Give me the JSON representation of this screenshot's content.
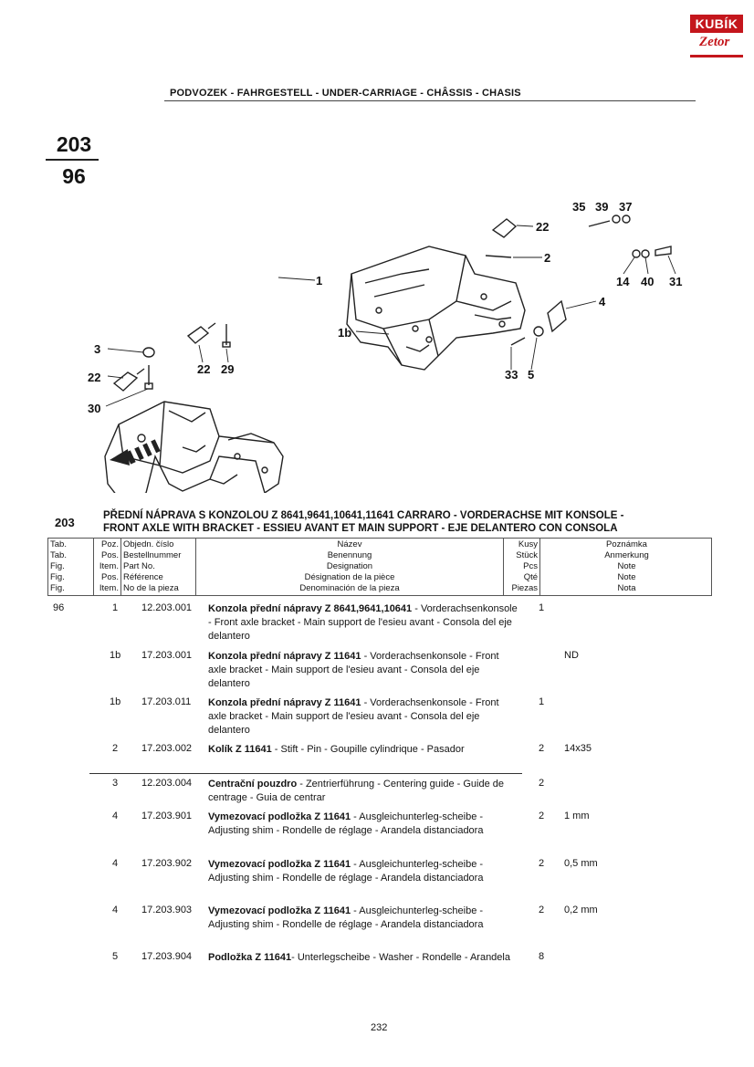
{
  "logo": {
    "brand": "KUBÍK",
    "sub": "Zetor"
  },
  "header": {
    "title": "PODVOZEK - FAHRGESTELL - UNDER-CARRIAGE - CHÂSSIS - CHASIS"
  },
  "figure": {
    "number": "203",
    "sub": "96"
  },
  "diagram": {
    "labels": [
      "1",
      "3",
      "22",
      "22",
      "29",
      "30",
      "35",
      "39",
      "37",
      "22",
      "2",
      "14",
      "40",
      "31",
      "4",
      "1b",
      "33",
      "5"
    ]
  },
  "section": {
    "number": "203",
    "title_line1": "PŘEDNÍ NÁPRAVA S KONZOLOU Z 8641,9641,10641,11641 CARRARO - VORDERACHSE MIT KONSOLE -",
    "title_line2": "FRONT AXLE WITH BRACKET - ESSIEU AVANT ET MAIN SUPPORT - EJE DELANTERO CON CONSOLA"
  },
  "table": {
    "headers": {
      "tab": [
        "Tab.",
        "Tab.",
        "Fig.",
        "Fig.",
        "Fig."
      ],
      "pos": [
        "Poz.",
        "Pos.",
        "Item.",
        "Pos.",
        "Item."
      ],
      "part": [
        "Objedn. číslo",
        "Bestellnummer",
        "Part No.",
        "Référence",
        "No de la pieza"
      ],
      "name": [
        "Název",
        "Benennung",
        "Designation",
        "Désignation de la pièce",
        "Denominación de la pieza"
      ],
      "qty": [
        "Kusy",
        "Stück",
        "Pcs",
        "Qté",
        "Piezas"
      ],
      "note": [
        "Poznámka",
        "Anmerkung",
        "Note",
        "Note",
        "Nota"
      ]
    },
    "rows": [
      {
        "tab": "96",
        "pos": "1",
        "part": "12.203.001",
        "name_bold": "Konzola přední nápravy Z 8641,9641,10641",
        "name_rest": " - Vorderachsenkonsole - Front axle bracket - Main support de l'esieu avant - Consola del eje delantero",
        "qty": "1",
        "note": ""
      },
      {
        "tab": "",
        "pos": "1b",
        "part": "17.203.001",
        "name_bold": "Konzola přední nápravy Z 11641",
        "name_rest": " - Vorderachsenkonsole - Front axle bracket - Main support de l'esieu avant - Consola del eje delantero",
        "qty": "",
        "note": "ND"
      },
      {
        "tab": "",
        "pos": "1b",
        "part": "17.203.011",
        "name_bold": "Konzola přední nápravy Z 11641",
        "name_rest": " - Vorderachsenkonsole - Front axle bracket - Main support de l'esieu avant - Consola del eje delantero",
        "qty": "1",
        "note": ""
      },
      {
        "tab": "",
        "pos": "2",
        "part": "17.203.002",
        "name_bold": "Kolík Z 11641",
        "name_rest": " - Stift - Pin - Goupille cylindrique - Pasador",
        "qty": "2",
        "note": "14x35"
      },
      {
        "tab": "",
        "pos": "3",
        "part": "12.203.004",
        "name_bold": "Centrační pouzdro",
        "name_rest": " - Zentrierführung - Centering guide - Guide de centrage - Guia de centrar",
        "qty": "2",
        "note": ""
      },
      {
        "tab": "",
        "pos": "4",
        "part": "17.203.901",
        "name_bold": "Vymezovací podložka Z 11641",
        "name_rest": " - Ausgleichunterleg-scheibe - Adjusting shim - Rondelle de réglage - Arandela distanciadora",
        "qty": "2",
        "note": "1 mm"
      },
      {
        "tab": "",
        "pos": "4",
        "part": "17.203.902",
        "name_bold": "Vymezovací podložka Z 11641",
        "name_rest": " - Ausgleichunterleg-scheibe - Adjusting shim - Rondelle de réglage - Arandela distanciadora",
        "qty": "2",
        "note": "0,5 mm"
      },
      {
        "tab": "",
        "pos": "4",
        "part": "17.203.903",
        "name_bold": "Vymezovací podložka Z 11641",
        "name_rest": " - Ausgleichunterleg-scheibe - Adjusting shim - Rondelle de réglage - Arandela distanciadora",
        "qty": "2",
        "note": "0,2 mm"
      },
      {
        "tab": "",
        "pos": "5",
        "part": "17.203.904",
        "name_bold": "Podložka Z 11641",
        "name_rest": "- Unterlegscheibe - Washer - Rondelle - Arandela",
        "qty": "8",
        "note": ""
      }
    ]
  },
  "footer": {
    "page": "232"
  }
}
